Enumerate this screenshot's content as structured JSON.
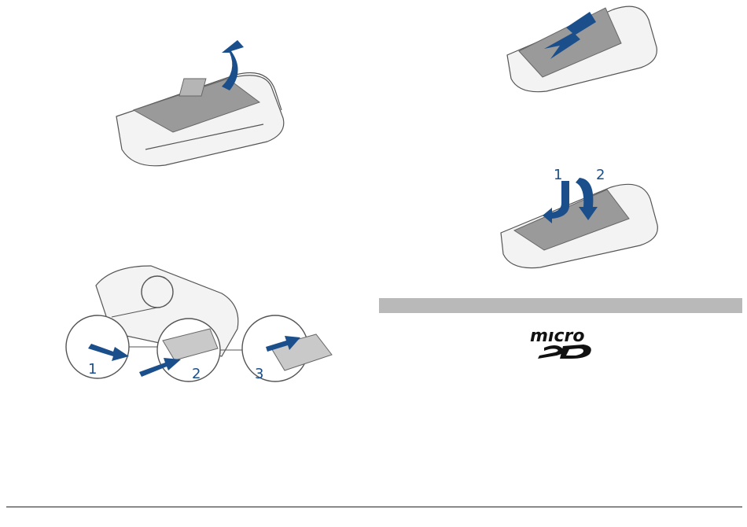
{
  "figures": {
    "remove_back_cover": {
      "icon": "phone-back-cover-lift-illustration"
    },
    "insert_sim": {
      "icon": "sim-card-insert-illustration",
      "steps": [
        "1",
        "2",
        "3"
      ]
    },
    "replace_battery": {
      "icon": "battery-insert-illustration"
    },
    "replace_back_cover": {
      "icon": "back-cover-replace-illustration",
      "steps": [
        "1",
        "2"
      ]
    }
  },
  "section_band": {
    "color": "#b9b9b9"
  },
  "logo": {
    "name": "microsd-logo"
  },
  "colors": {
    "arrow": "#1b4f8c",
    "line": "#555555",
    "battery": "#9a9a9a"
  }
}
